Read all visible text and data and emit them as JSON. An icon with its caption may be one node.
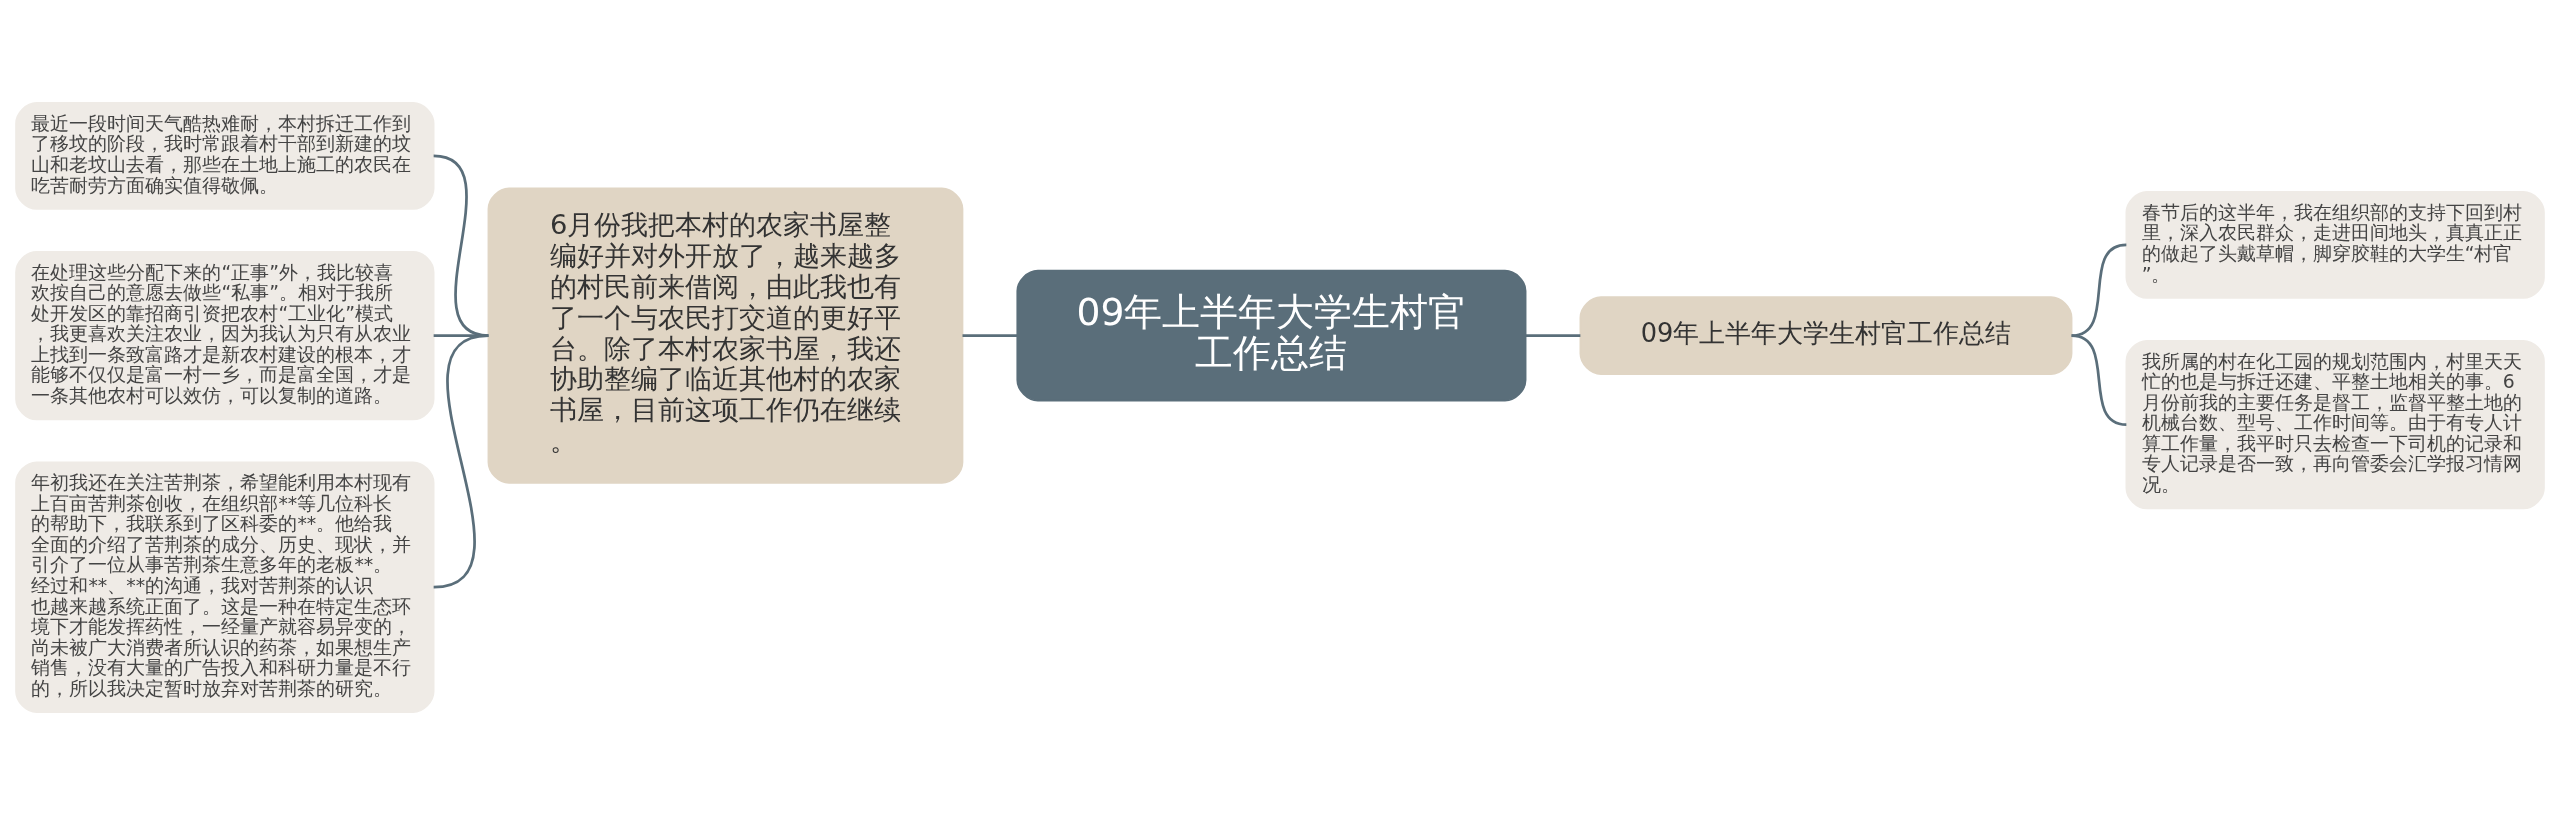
{
  "diagram": {
    "nodes": [
      {
        "text": [
          "09年上半年大学生村官工作总结"
        ]
      },
      {
        "text": [
          "6月份我把本村的农家书屋整编好并对外开放了，越来越多的村民前来借阅，由此我也有了一个与农民打交道的更好平台。除了本村农家书屋，我还协助整编了临近其他村的农家书屋，目前这项工作仍在继续。"
        ]
      },
      {
        "text": [
          "最近一段时间天气酷热难耐，本村拆迁工作到了移坟的阶段，我时常跟着村干部到新建的坟山和老坟山去看，那些在土地上施工的农民在吃苦耐劳方面确实值得敬佩。"
        ]
      },
      {
        "text": [
          "在处理这些分配下来的“正事”外，我比较喜欢按自己的意愿去做些“私事”。相对于我所处开发区的靠招商引资把农村“工业化”模式，我更喜欢关注农业，因为我认为只有从农业上找到一条致富路才是新农村建设的根本，才能够不仅仅是富一村一乡，而是富全国，才是一条其他农村可以效仿，可以复制的道路。"
        ]
      },
      {
        "text": [
          "年初我还在关注苦荆茶，希望能利用本村现有上百亩苦荆茶创收，在组织部**等几位科长的帮助下，我联系到了区科委的**。他给我全面的介绍了苦荆茶的成分、历史、现状，并引介了一位从事苦荆茶生意多年的老板**。经过和**、**的沟通，我对苦荆茶的认识也越来越系统正面了。这是一种在特定生态环境下才能发挥药性，一经量产就容易异变的，尚未被广大消费者所认识的药茶，如果想生产销售，没有大量的广告投入和科研力量是不行的，所以我决定暂时放弃对苦荆茶的研究。"
        ]
      },
      {
        "text": [
          "09年上半年大学生村官工作总结"
        ]
      },
      {
        "text": [
          "春节后的这半年，我在组织部的支持下回到村里，深入农民群众，走进田间地头，真真正正的做起了头戴草帽，脚穿胶鞋的大学生“村官”。"
        ]
      },
      {
        "text": [
          "我所属的村在化工园的规划范围内，村里天天忙的也是与拆迁还建、平整土地相关的事。6月份前我的主要任务是督工，监督平整土地的机械台数、型号、工作时间等。由于有专人计算工作量，我平时只去检查一下司机的记录和专人记录是否一致，再向管委会汇学报习情网况。"
        ]
      }
    ],
    "edges": [
      {
        "from": 0,
        "to": 1,
        "arrow": "none"
      },
      {
        "from": 1,
        "to": 2,
        "arrow": "none"
      },
      {
        "from": 1,
        "to": 3,
        "arrow": "none"
      },
      {
        "from": 1,
        "to": 4,
        "arrow": "none"
      },
      {
        "from": 0,
        "to": 5,
        "arrow": "none"
      },
      {
        "from": 5,
        "to": 6,
        "arrow": "none"
      },
      {
        "from": 5,
        "to": 7,
        "arrow": "none"
      }
    ]
  }
}
